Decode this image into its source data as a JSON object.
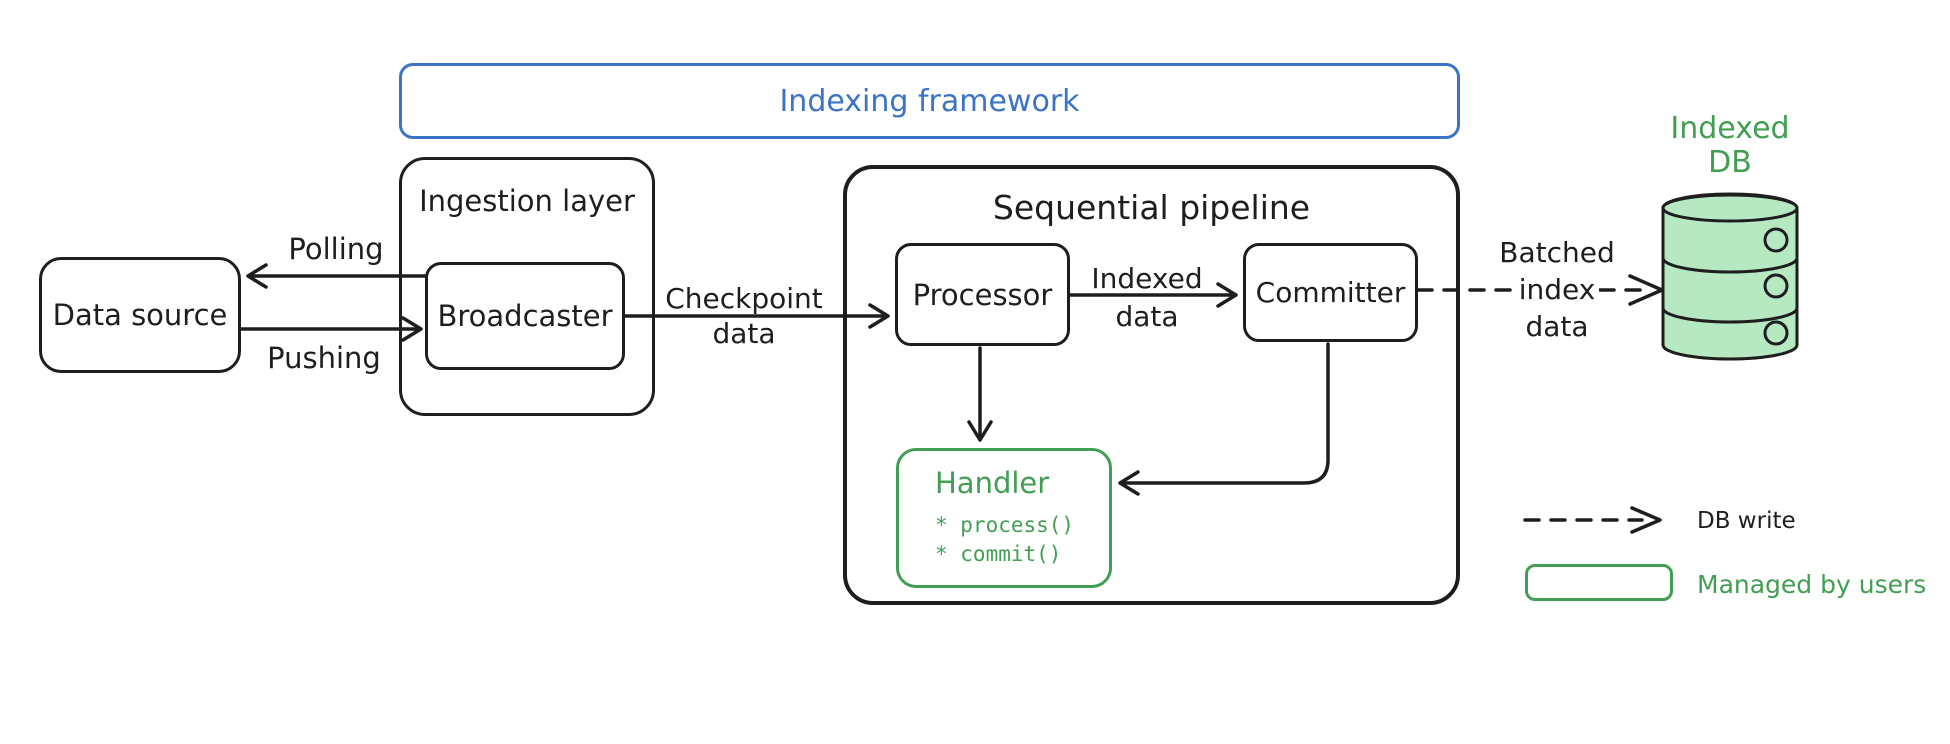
{
  "colors": {
    "ink": "#1e1e1e",
    "blue": "#3b74c6",
    "green": "#429e52",
    "green_fill": "#b6e8c1"
  },
  "framework_label": "Indexing framework",
  "data_source_label": "Data source",
  "ingestion": {
    "title": "Ingestion layer",
    "broadcaster_label": "Broadcaster"
  },
  "pipeline": {
    "title": "Sequential pipeline",
    "processor_label": "Processor",
    "committer_label": "Committer"
  },
  "handler": {
    "title": "Handler",
    "method1": "* process()",
    "method2": "* commit()"
  },
  "edges": {
    "polling": "Polling",
    "pushing": "Pushing",
    "checkpoint_line1": "Checkpoint",
    "checkpoint_line2": "data",
    "indexed_line1": "Indexed",
    "indexed_line2": "data",
    "batched_line1": "Batched",
    "batched_line2": "index",
    "batched_line3": "data"
  },
  "indexed_db": {
    "line1": "Indexed",
    "line2": "DB"
  },
  "legend": {
    "db_write": "DB write",
    "managed_by_users": "Managed by users"
  }
}
